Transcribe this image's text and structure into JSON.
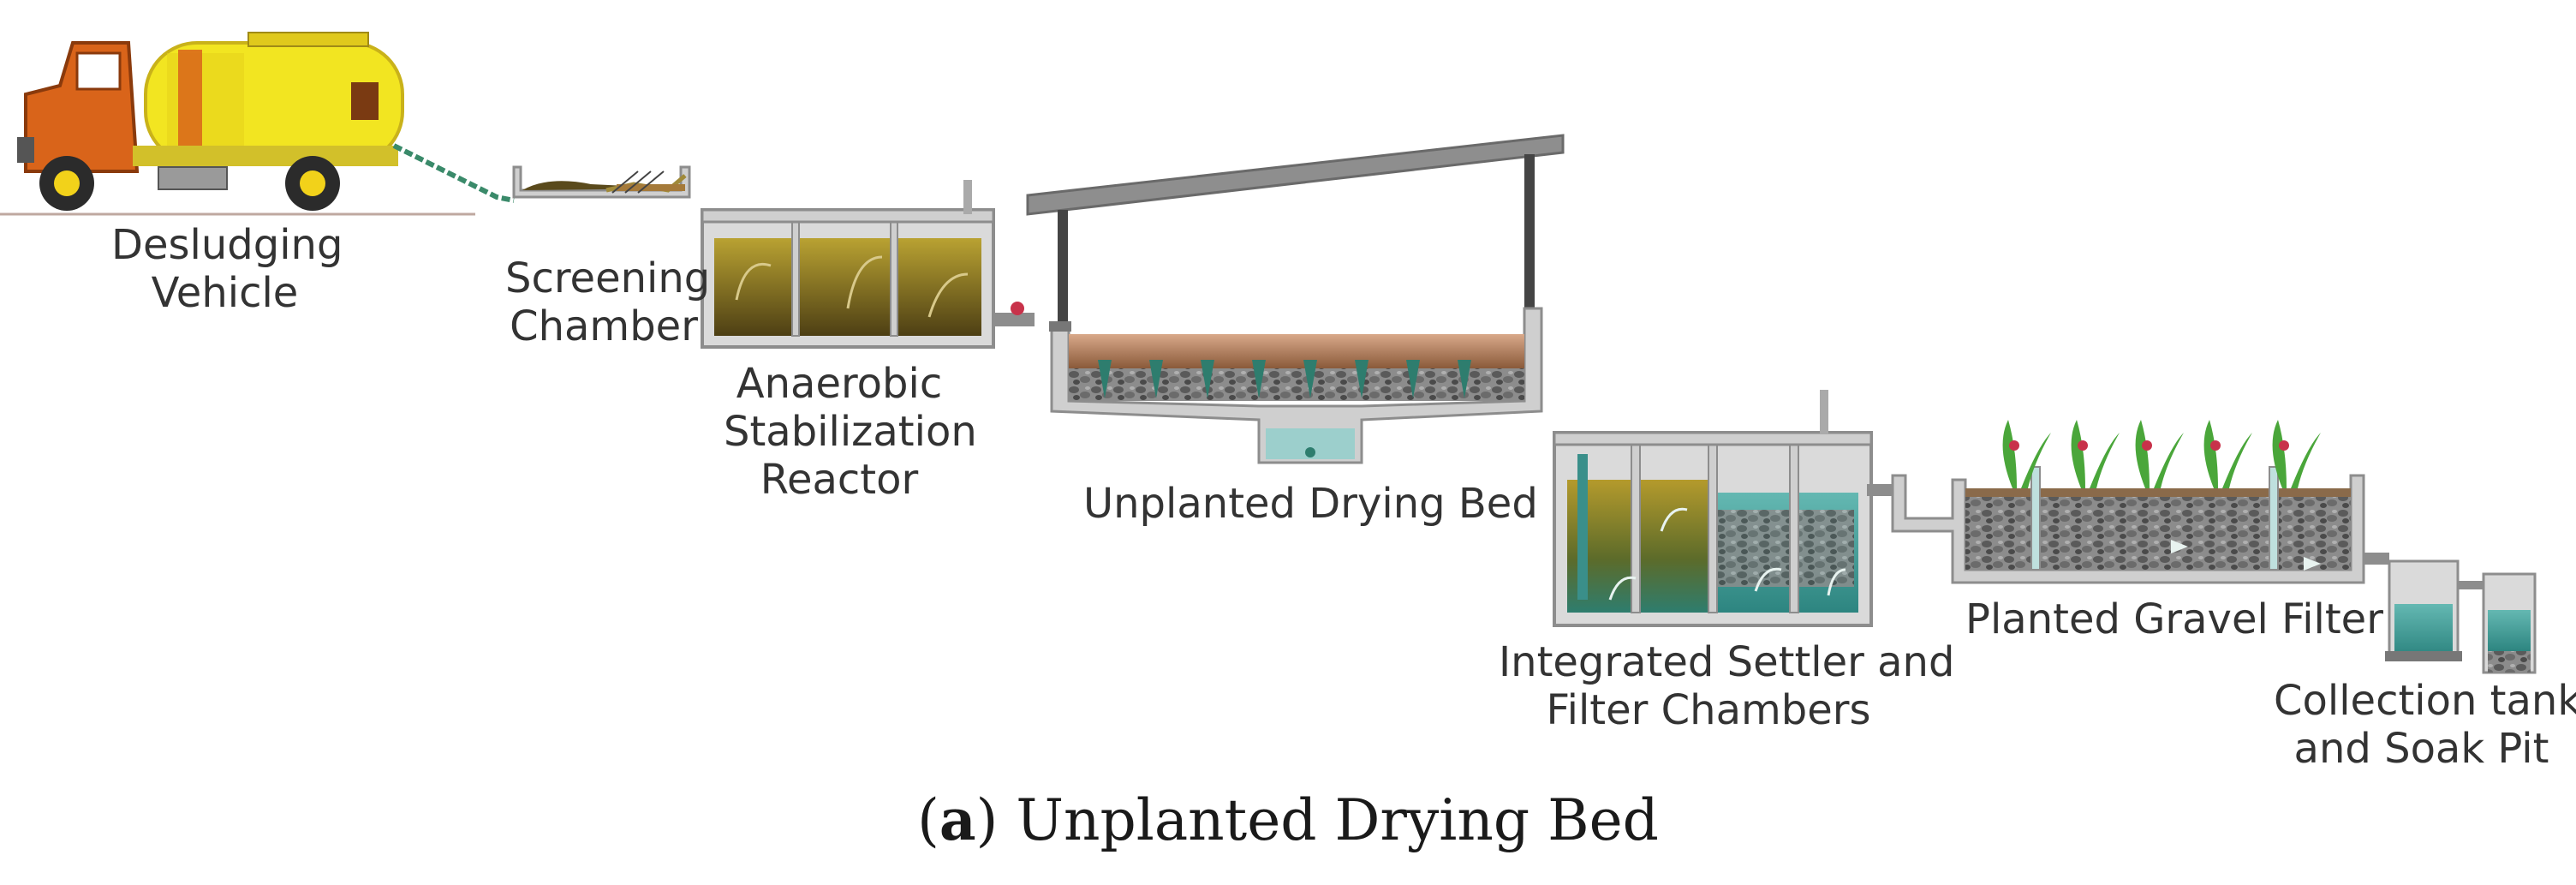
{
  "labels": {
    "desludging_vehicle": [
      "Desludging",
      "Vehicle"
    ],
    "screening_chamber": [
      "Screening",
      "Chamber"
    ],
    "anaerobic_reactor": [
      "Anaerobic",
      "Stabilization",
      "Reactor"
    ],
    "drying_bed": "Unplanted Drying Bed",
    "settler_filter": [
      "Integrated Settler and",
      "Filter Chambers"
    ],
    "gravel_filter": "Planted Gravel Filter",
    "collection_tank": [
      "Collection tank",
      "and Soak Pit"
    ]
  },
  "caption": {
    "letter": "a",
    "open": "(",
    "close": ")",
    "title": " Unplanted Drying Bed"
  },
  "colors": {
    "truck_orange": "#d9641a",
    "tank_yellow": "#f2e521",
    "concrete": "#cfcfcf",
    "concrete_edge": "#8d8d8d",
    "sludge_brown": "#5a4a1c",
    "sludge_olive": "#9a8a2a",
    "water_teal": "#3a8f8a",
    "gravel": "#6e6e6e",
    "plant_green": "#4aa63a",
    "flower_red": "#c8324a"
  }
}
